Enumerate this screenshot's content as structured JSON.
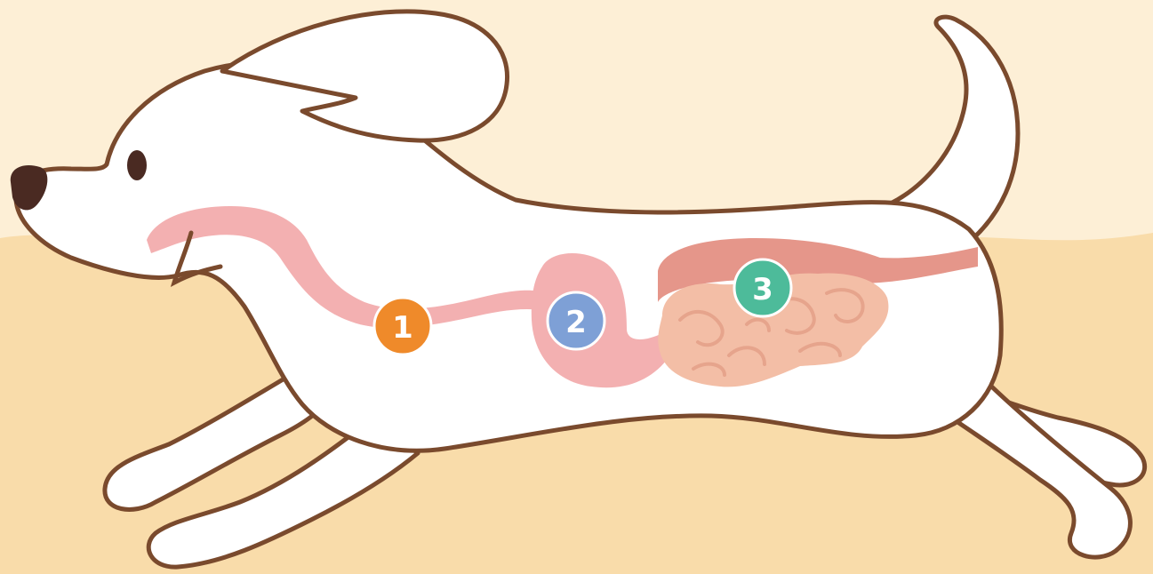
{
  "colors": {
    "sky": "#fdefd6",
    "ground": "#f9dcaa",
    "dog_fill": "#ffffff",
    "outline": "#7a4a2d",
    "nose": "#4a2a22",
    "esophagus": "#f3b0b1",
    "stomach": "#f3b0b1",
    "large_intestine": "#e5968a",
    "small_intestine": "#f3bea6",
    "intestine_line": "#e6a48c"
  },
  "markers": [
    {
      "label": "1",
      "organ": "esophagus",
      "color": "#ef8a2a"
    },
    {
      "label": "2",
      "organ": "stomach",
      "color": "#7ea0d6"
    },
    {
      "label": "3",
      "organ": "intestines",
      "color": "#4dbb9a"
    }
  ]
}
